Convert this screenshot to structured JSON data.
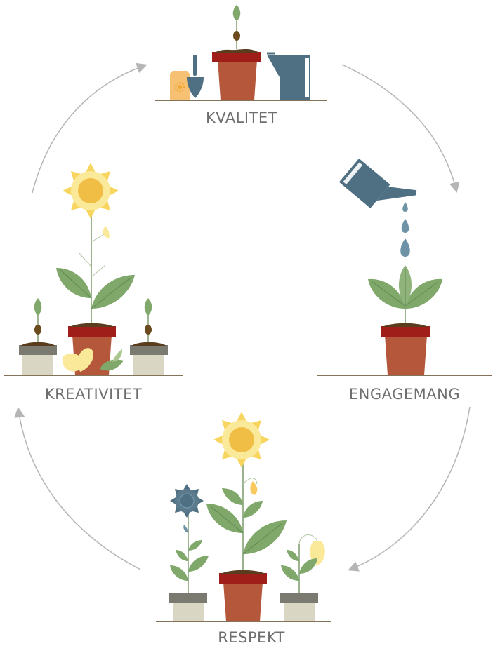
{
  "stages": {
    "top": {
      "label": "KVALITET"
    },
    "right": {
      "label": "ENGAGEMANG"
    },
    "bottom": {
      "label": "RESPEKT"
    },
    "left": {
      "label": "KREATIVITET"
    }
  },
  "colors": {
    "pot": "#b4573a",
    "pot_rim": "#a01e1a",
    "soil": "#5a3d1f",
    "leaf": "#7fa86a",
    "leaf_light": "#a9c68e",
    "stem": "#7a9a6a",
    "sunflower_petal": "#f7d55e",
    "sunflower_petal_light": "#fbe99a",
    "sunflower_center": "#f0be45",
    "blue": "#4f6f82",
    "seed": "#6b4a1e",
    "small_pot": "#d9d6c4",
    "small_pot_rim": "#7a7a70",
    "arrow": "#b5b5b5",
    "ground": "#5a4520",
    "seed_packet": "#f6c173"
  }
}
